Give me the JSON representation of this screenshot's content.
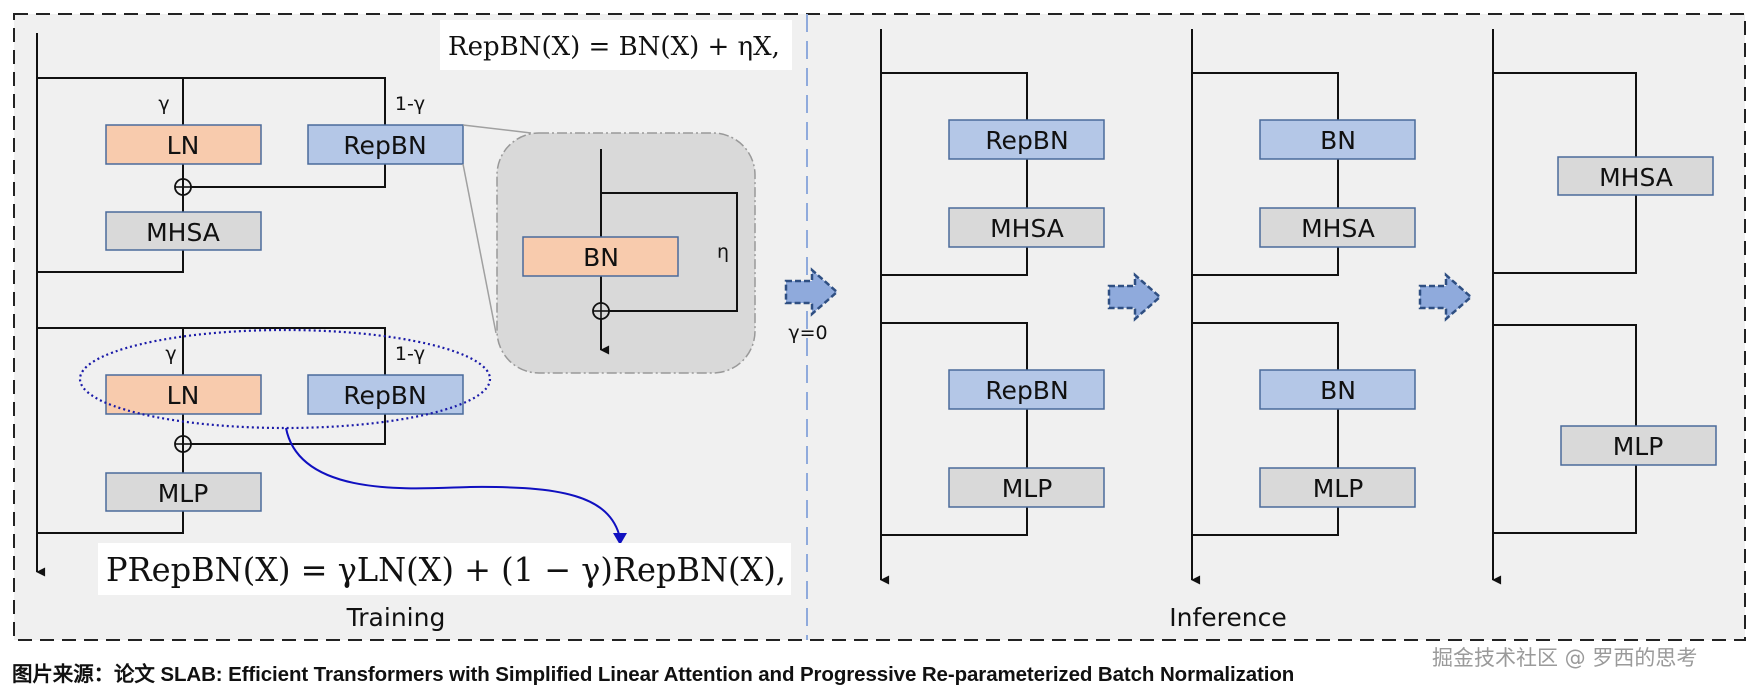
{
  "colors": {
    "background": "#f0f0f0",
    "ln_fill": "#f8cbad",
    "repbn_fill": "#b4c7e7",
    "neutral_fill": "#d9d9d9",
    "box_stroke": "#4a6a9b",
    "zoom_panel_fill": "#d9d9d9",
    "ellipse_stroke": "#1a1aa8",
    "curve_stroke": "#1010c0",
    "arrow_fill": "#8faadc",
    "arrow_stroke": "#2f4f82",
    "divider": "#8faadc"
  },
  "training": {
    "section_label": "Training",
    "formula_repbn": "RepBN(X) = BN(X) + ηX,",
    "formula_prepbn": "PRepBN(X) = γLN(X) + (1 − γ)RepBN(X),",
    "block1": {
      "gamma_label": "γ",
      "one_minus_gamma_label": "1-γ",
      "ln": "LN",
      "repbn": "RepBN",
      "core": "MHSA"
    },
    "block2": {
      "gamma_label": "γ",
      "one_minus_gamma_label": "1-γ",
      "ln": "LN",
      "repbn": "RepBN",
      "core": "MLP"
    },
    "zoom_panel": {
      "bn": "BN",
      "eta_label": "η"
    }
  },
  "transition_label": "γ=0",
  "inference": {
    "section_label": "Inference",
    "stage1": {
      "norm1": "RepBN",
      "core1": "MHSA",
      "norm2": "RepBN",
      "core2": "MLP"
    },
    "stage2": {
      "norm1": "BN",
      "core1": "MHSA",
      "norm2": "BN",
      "core2": "MLP"
    },
    "stage3": {
      "core1": "MHSA",
      "core2": "MLP"
    }
  },
  "caption": "图片来源：论文 SLAB: Efficient Transformers with Simplified Linear Attention and Progressive Re-parameterized Batch Normalization",
  "watermark": "掘金技术社区 @ 罗西的思考"
}
